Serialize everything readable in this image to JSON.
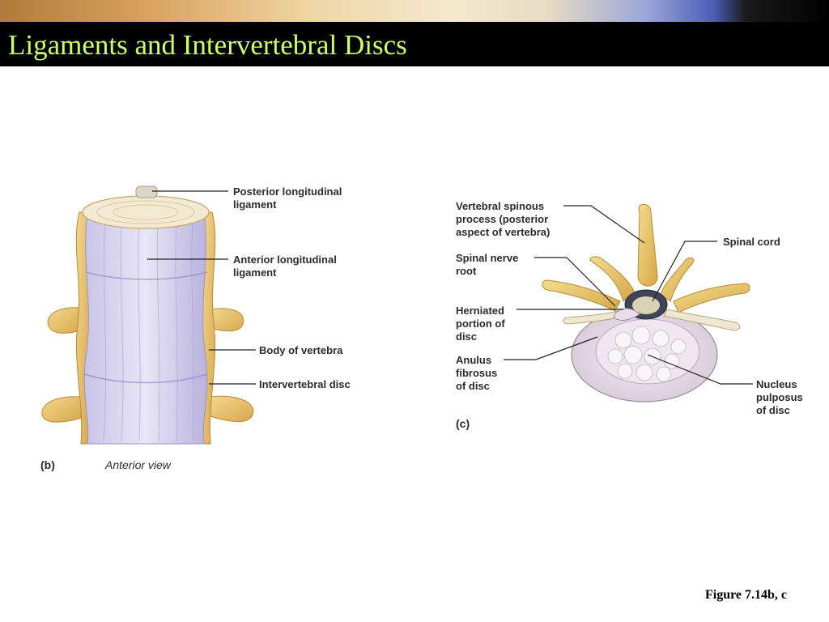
{
  "slide": {
    "title": "Ligaments and Intervertebral Discs",
    "figure_ref": "Figure 7.14b, c"
  },
  "panel_b": {
    "letter": "(b)",
    "view": "Anterior view",
    "labels": {
      "posterior_ligament": "Posterior longitudinal\nligament",
      "anterior_ligament": "Anterior longitudinal\nligament",
      "body": "Body of vertebra",
      "disc": "Intervertebral disc"
    }
  },
  "panel_c": {
    "letter": "(c)",
    "labels": {
      "spinous": "Vertebral spinous\nprocess (posterior\naspect of vertebra)",
      "nerve_root": "Spinal nerve\nroot",
      "herniated": "Herniated\nportion of\ndisc",
      "anulus": "Anulus\nfibrosus\nof disc",
      "spinal_cord": "Spinal cord",
      "nucleus": "Nucleus\npulposus\nof disc"
    }
  },
  "colors": {
    "title_text": "#ccff66",
    "title_bar": "#000000",
    "bone": "#e8c56a",
    "ligament": "#d9d6ee",
    "disc": "#e3dce8"
  }
}
